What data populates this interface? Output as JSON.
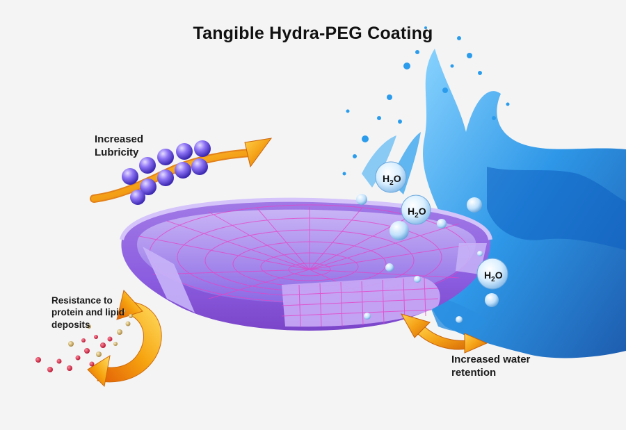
{
  "title": "Tangible Hydra-PEG Coating",
  "labels": {
    "lubricity": [
      "Increased",
      "Lubricity"
    ],
    "resistance": [
      "Resistance to",
      "protein and lipid",
      "deposits"
    ],
    "water": [
      "Increased water",
      "retention"
    ]
  },
  "water_molecules": [
    {
      "symbol": "H",
      "subscript": "2",
      "suffix": "O"
    },
    {
      "symbol": "H",
      "subscript": "2",
      "suffix": "O"
    },
    {
      "symbol": "H",
      "subscript": "2",
      "suffix": "O"
    }
  ],
  "colors": {
    "background": "#f4f4f5",
    "lens": "#b07ae8",
    "lens_grid": "#e040c8",
    "water": "#1e8fe0",
    "arrow": "#f29a14",
    "polymer_bead": "#7a62f0",
    "deposit_red": "#d41a3a",
    "deposit_gold": "#c9a64a"
  }
}
